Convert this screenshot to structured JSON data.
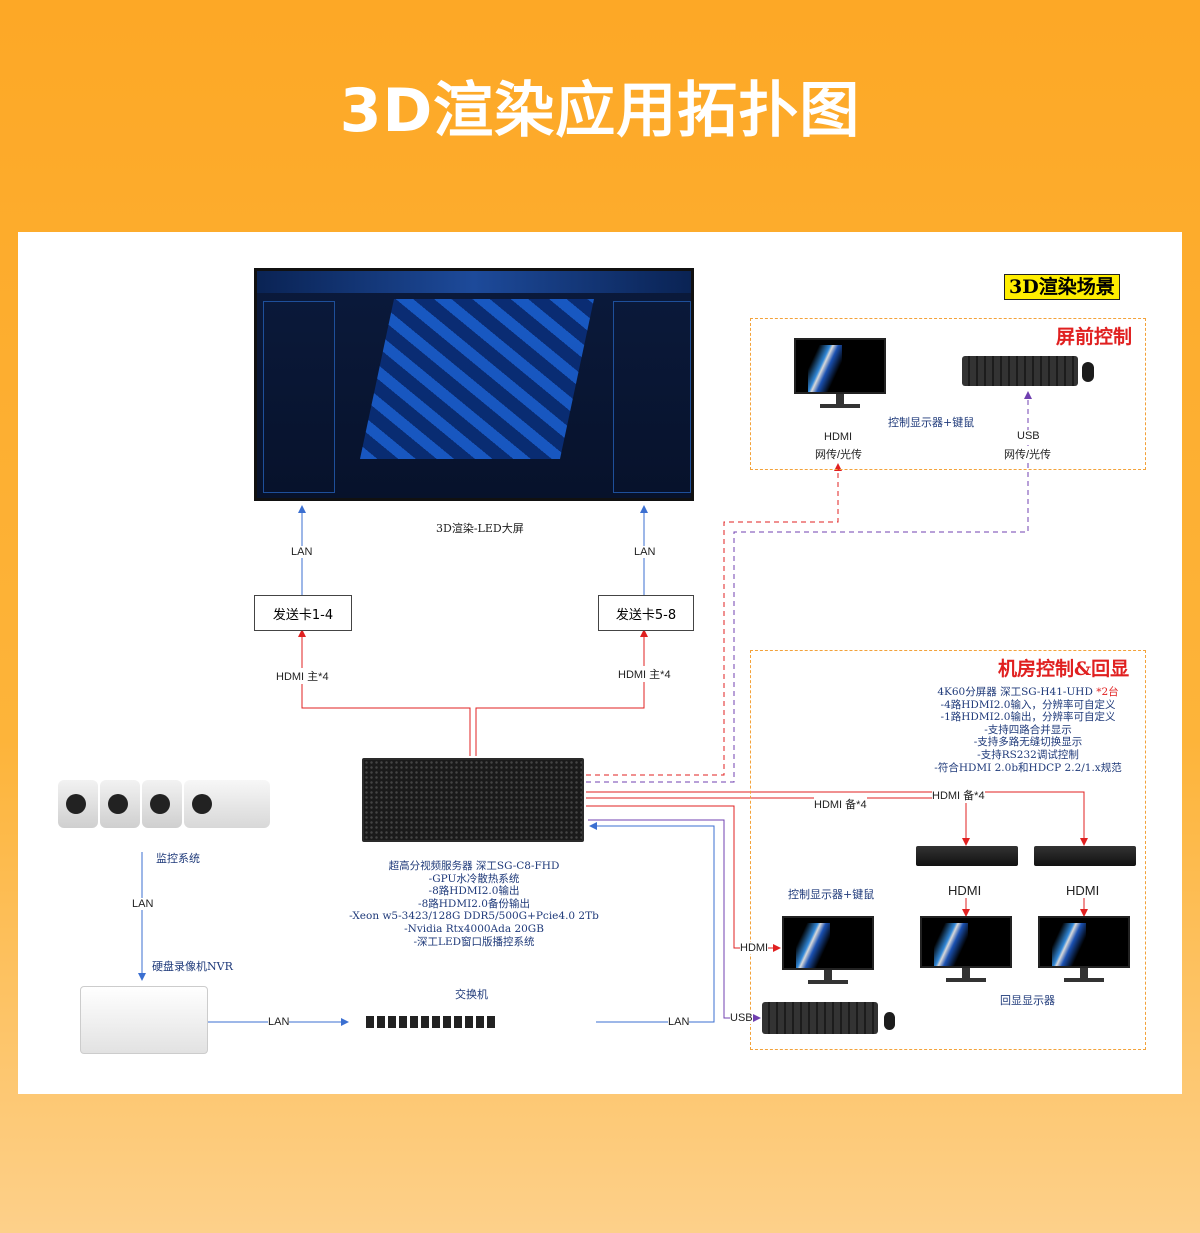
{
  "title": "3D渲染应用拓扑图",
  "scene_tag": "3D渲染场景",
  "led": {
    "caption": "3D渲染-LED大屏"
  },
  "links": {
    "lan1": "LAN",
    "lan2": "LAN",
    "lan_cam": "LAN",
    "lan_nvr": "LAN",
    "lan_srv": "LAN",
    "hdmi_main1": "HDMI 主*4",
    "hdmi_main2": "HDMI 主*4",
    "hdmi_bak1": "HDMI 备*4",
    "hdmi_bak2": "HDMI 备*4",
    "hdmi_short": "HDMI",
    "usb_short": "USB"
  },
  "cards": {
    "card1": "发送卡1-4",
    "card2": "发送卡5-8"
  },
  "front_zone": {
    "title": "屏前控制",
    "monitor_caption": "控制显示器+键鼠",
    "hdmi_label": "HDMI",
    "hdmi_sub": "网传/光传",
    "usb_label": "USB",
    "usb_sub": "网传/光传"
  },
  "room_zone": {
    "title": "机房控制&回显",
    "spec_lines": [
      "4K60分屏器 深工SG-H41-UHD ",
      "-4路HDMI2.0输入，分辨率可自定义",
      "-1路HDMI2.0输出，分辨率可自定义",
      "-支持四路合并显示",
      "-支持多路无缝切换显示",
      "-支持RS232调试控制",
      "-符合HDMI 2.0b和HDCP 2.2/1.x规范"
    ],
    "spec_qty": "*2台",
    "splitter_out1": "HDMI",
    "splitter_out2": "HDMI",
    "control_caption": "控制显示器+键鼠",
    "echo_caption": "回显显示器"
  },
  "server": {
    "spec_lines": [
      "超高分视频服务器 深工SG-C8-FHD",
      "-GPU水冷散热系统",
      "-8路HDMI2.0输出",
      "-8路HDMI2.0备份输出",
      "-Xeon w5-3423/128G DDR5/500G+Pcie4.0 2Tb",
      "-Nvidia Rtx4000Ada 20GB",
      "-深工LED窗口版播控系统"
    ]
  },
  "camera": {
    "caption": "监控系统"
  },
  "nvr": {
    "caption": "硬盘录像机NVR"
  },
  "switch": {
    "caption": "交换机"
  },
  "colors": {
    "hdmi": "#e02020",
    "lan": "#3b6fd1",
    "usb": "#7040b0",
    "zone": "#f3a23a"
  }
}
